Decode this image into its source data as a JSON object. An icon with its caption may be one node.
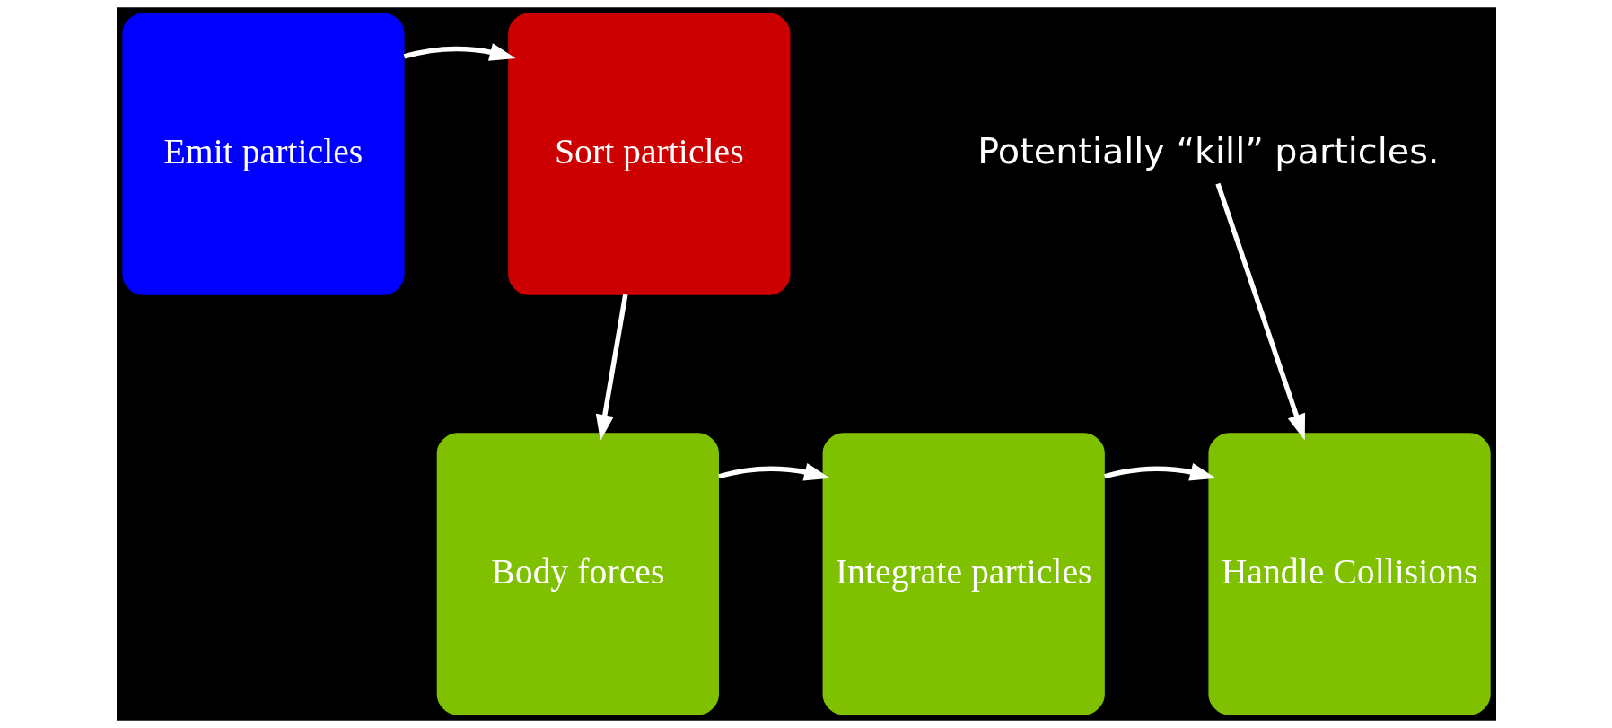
{
  "diagram": {
    "nodes": [
      {
        "text": [
          "Emit particles"
        ]
      },
      {
        "text": [
          "Sort particles"
        ]
      },
      {
        "text": [
          "Potentially “kill” particles."
        ]
      },
      {
        "text": [
          "Body forces"
        ]
      },
      {
        "text": [
          "Integrate particles"
        ]
      },
      {
        "text": [
          "Handle Collisions"
        ]
      }
    ],
    "edges": [
      {
        "from": 0,
        "to": 1,
        "arrow": "to"
      },
      {
        "from": 1,
        "to": 3,
        "arrow": "to"
      },
      {
        "from": 3,
        "to": 4,
        "arrow": "to"
      },
      {
        "from": 4,
        "to": 5,
        "arrow": "to"
      },
      {
        "from": 2,
        "to": 5,
        "arrow": "to"
      }
    ]
  }
}
